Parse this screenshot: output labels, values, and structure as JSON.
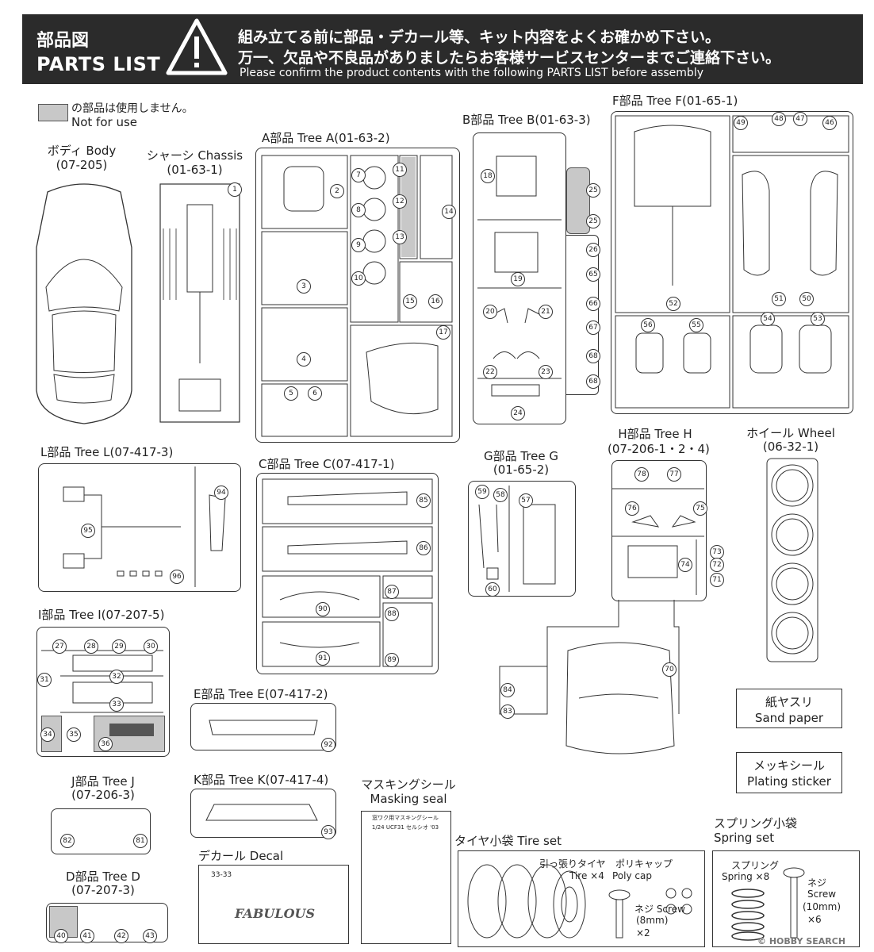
{
  "header": {
    "title_jp": "部品図",
    "title_en": "PARTS LIST",
    "warn_line1": "組み立てる前に部品・デカール等、キット内容をよくお確かめ下さい。",
    "warn_line2": "万一、欠品や不良品がありましたらお客様サービスセンターまでご連絡下さい。",
    "warn_en": "Please confirm the product contents with the following PARTS LIST before assembly"
  },
  "legend": {
    "jp": "の部品は使用しません。",
    "en": "Not for use"
  },
  "body": {
    "title": "ボディ Body",
    "code": "(07-205)"
  },
  "chassis": {
    "title": "シャーシ Chassis",
    "code": "(01-63-1)"
  },
  "treeA": {
    "title": "A部品 Tree A(01-63-2)",
    "parts": [
      "1",
      "2",
      "3",
      "4",
      "5",
      "6",
      "7",
      "8",
      "9",
      "10",
      "11",
      "12",
      "13",
      "14",
      "15",
      "16",
      "17"
    ]
  },
  "treeB": {
    "title": "B部品 Tree B(01-63-3)",
    "parts": [
      "18",
      "19",
      "20",
      "21",
      "22",
      "23",
      "24",
      "25",
      "25",
      "26",
      "65",
      "66",
      "67",
      "68",
      "68"
    ]
  },
  "treeF": {
    "title": "F部品 Tree F(01-65-1)",
    "parts": [
      "49",
      "48",
      "47",
      "46",
      "52",
      "51",
      "50",
      "56",
      "55",
      "54",
      "53"
    ]
  },
  "treeL": {
    "title": "L部品 Tree L(07-417-3)",
    "parts": [
      "94",
      "95",
      "96"
    ]
  },
  "treeC": {
    "title": "C部品 Tree C(07-417-1)",
    "parts": [
      "85",
      "86",
      "87",
      "88",
      "89",
      "90",
      "91"
    ]
  },
  "treeG": {
    "title": "G部品 Tree G",
    "code": "(01-65-2)",
    "parts": [
      "59",
      "58",
      "57",
      "60"
    ]
  },
  "treeH": {
    "title": "H部品 Tree H",
    "code": "(07-206-1・2・4)",
    "parts": [
      "78",
      "77",
      "76",
      "75",
      "74",
      "73",
      "72",
      "71",
      "70",
      "84",
      "83"
    ]
  },
  "wheel": {
    "title": "ホイール Wheel",
    "code": "(06-32-1)"
  },
  "treeI": {
    "title": "I部品 Tree I(07-207-5)",
    "parts": [
      "27",
      "28",
      "29",
      "30",
      "31",
      "32",
      "33",
      "34",
      "35",
      "36"
    ]
  },
  "treeE": {
    "title": "E部品 Tree E(07-417-2)",
    "parts": [
      "92"
    ]
  },
  "treeK": {
    "title": "K部品 Tree K(07-417-4)",
    "parts": [
      "93"
    ]
  },
  "treeJ": {
    "title": "J部品 Tree J",
    "code": "(07-206-3)",
    "parts": [
      "82",
      "81"
    ]
  },
  "treeD": {
    "title": "D部品 Tree D",
    "code": "(07-207-3)",
    "parts": [
      "40",
      "41",
      "42",
      "43"
    ]
  },
  "masking": {
    "title_jp": "マスキングシール",
    "title_en": "Masking seal",
    "sheet_title": "窓ワク用マスキングシール",
    "sheet_sub": "1/24 UCF31 セルシオ '03"
  },
  "decal": {
    "title": "デカール Decal",
    "logo": "FABULOUS",
    "plate": "33-33"
  },
  "sandpaper": {
    "jp": "紙ヤスリ",
    "en": "Sand paper"
  },
  "plating": {
    "jp": "メッキシール",
    "en": "Plating sticker"
  },
  "spring_set": {
    "jp": "スプリング小袋",
    "en": "Spring set",
    "spring_jp": "スプリング",
    "spring_en": "Spring ×8",
    "screw_jp": "ネジ",
    "screw_en": "Screw",
    "screw_size": "(10mm)",
    "screw_qty": "×6"
  },
  "tire_set": {
    "title": "タイヤ小袋 Tire set",
    "tire_jp": "引っ張りタイヤ",
    "tire_en": "Tire ×4",
    "cap_jp": "ポリキャップ",
    "cap_en": "Poly cap",
    "screw_jp": "ネジ Screw",
    "screw_size": "(8mm)",
    "screw_qty": "×2"
  },
  "watermark": "© HOBBY SEARCH"
}
